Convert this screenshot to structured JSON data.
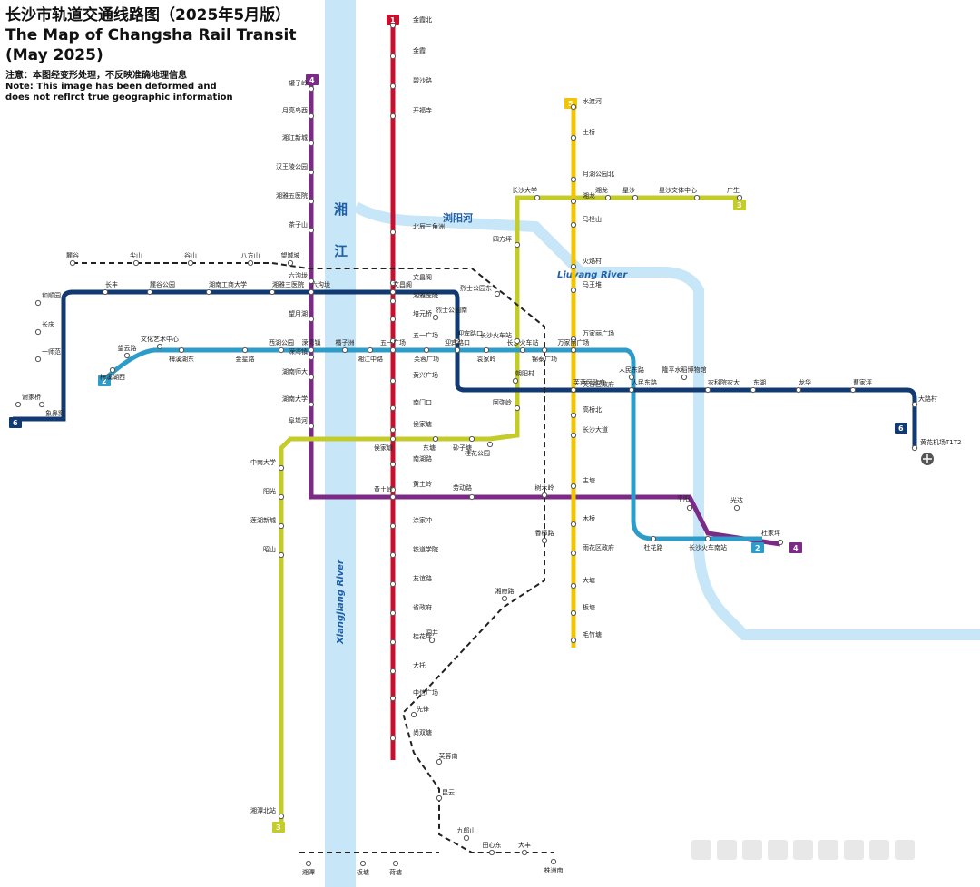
{
  "title": {
    "zh": "长沙市轨道交通线路图（2025年5月版）",
    "en1": "The Map of Changsha Rail Transit",
    "en2": "(May 2025)"
  },
  "note": {
    "zh": "注意：本图经变形处理，不反映准确地理信息",
    "en1": "Note: This image has been deformed and",
    "en2": "does not reflrct true geographic information"
  },
  "rivers": {
    "xiang_zh_1": "湘",
    "xiang_zh_2": "江",
    "xiang_en": "Xiangjiang River",
    "liuyang_zh": "浏阳河",
    "liuyang_en": "Liuyang River"
  },
  "lines": [
    {
      "id": "1",
      "color": "#c8102e"
    },
    {
      "id": "2",
      "color": "#2e9cc9"
    },
    {
      "id": "3",
      "color": "#c4cc2a"
    },
    {
      "id": "4",
      "color": "#7b2a86"
    },
    {
      "id": "5",
      "color": "#f2c500"
    },
    {
      "id": "6",
      "color": "#123a72"
    }
  ],
  "stations": {
    "l1": [
      "金霞北",
      "金霞",
      "碧沙路",
      "开福寺",
      "北辰三角洲",
      "文昌阁",
      "湘雅医院",
      "培元桥",
      "五一广场",
      "黄兴广场",
      "南门口",
      "侯家塘",
      "南湖路",
      "黄土岭",
      "涂家冲",
      "铁道学院",
      "友谊路",
      "省政府",
      "桂花坪",
      "大托",
      "中信广场",
      "尚双塘"
    ],
    "l2": [
      "梅溪湖西",
      "望云路",
      "梅溪湖东",
      "金星路",
      "西湖公园",
      "溁湾镇",
      "橘子洲",
      "湘江中路",
      "五一广场",
      "芙蓉广场",
      "迎宾路口",
      "袁家岭",
      "长沙火车站",
      "锦泰广场",
      "万家丽广场",
      "人民东路",
      "隆平水稻博物馆",
      "杜花路",
      "长沙火车南站",
      "光达"
    ],
    "l3": [
      "湘潭北站",
      "广生",
      "星沙文体中心",
      "星沙",
      "湘龙",
      "长沙大学",
      "四方坪",
      "烈士公园东",
      "长沙火车站",
      "阿弥岭",
      "桂花公园",
      "侯家塘",
      "东塘",
      "砂子塘",
      "中南大学",
      "阳光",
      "莲湖新城",
      "昭山"
    ],
    "l4": [
      "罐子岭",
      "月亮岛西",
      "湘江新城",
      "汉王陵公园",
      "湘雅五医院",
      "茶子山",
      "六沟垅",
      "望月湖",
      "溁湾镇",
      "湖南师大",
      "湖南大学",
      "阜埠河",
      "黄土岭",
      "劳动路",
      "平阳",
      "杜家坪"
    ],
    "l5": [
      "水渡河",
      "土桥",
      "月湖公园北",
      "湘龙",
      "马栏山",
      "火焰村",
      "马王堆",
      "万家丽广场",
      "芙蓉区政府",
      "高桥北",
      "长沙大道",
      "主塘",
      "木桥",
      "雨花区政府",
      "大塘",
      "板塘",
      "毛竹塘"
    ],
    "l6": [
      "谢家桥",
      "象鼻窝",
      "一师范",
      "长庆",
      "和顺园",
      "长丰",
      "麓谷公园",
      "湖南工商大学",
      "湘雅三医院",
      "六沟垅",
      "文昌阁",
      "烈士公园南",
      "迎宾路口",
      "朝阳村",
      "芙蓉区政府",
      "人民东路",
      "农科院农大",
      "东湖",
      "龙华",
      "曹家坪",
      "大路村",
      "黄花机场T1T2"
    ],
    "extra": [
      "麓谷",
      "尖山",
      "谷山",
      "八方山",
      "望城坡",
      "文化艺术中心",
      "树木岭",
      "香樟路",
      "湘府路",
      "洞井",
      "先锋",
      "芙蓉南",
      "昆云",
      "九郎山",
      "田心东",
      "大丰",
      "株洲南",
      "湘潭",
      "板塘",
      "荷塘"
    ]
  }
}
